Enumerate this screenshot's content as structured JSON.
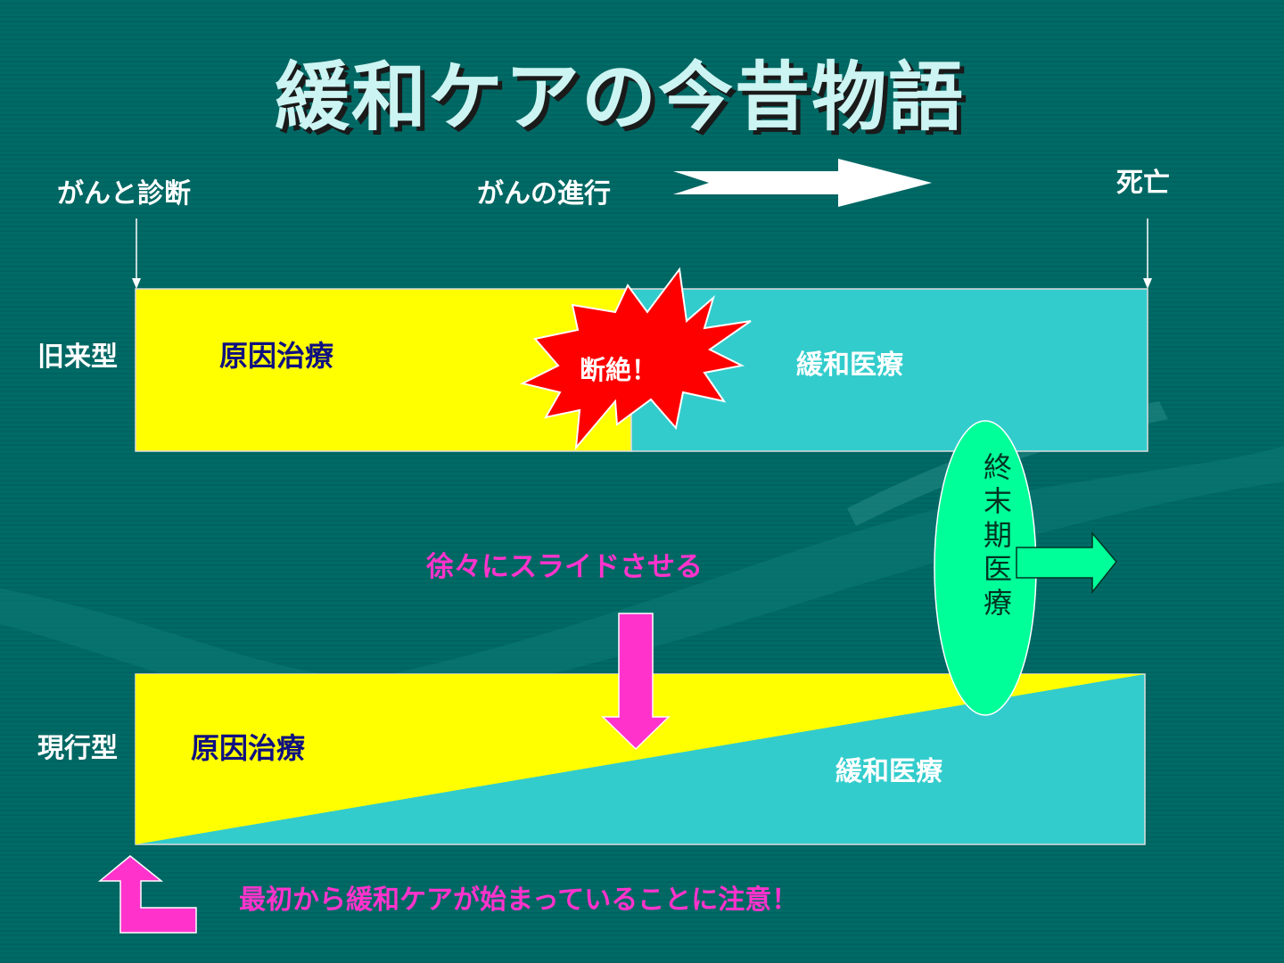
{
  "slide": {
    "title": "緩和ケアの今昔物語",
    "timeline": {
      "start_label": "がんと診断",
      "progress_label": "がんの進行",
      "end_label": "死亡"
    },
    "old_model": {
      "row_label": "旧来型",
      "cause_treatment_label": "原因治療",
      "palliative_label": "緩和医療",
      "break_burst_label": "断絶！"
    },
    "terminal_care": {
      "label": "終末期医療",
      "chars": [
        "終",
        "末",
        "期",
        "医",
        "療"
      ]
    },
    "slide_note": "徐々にスライドさせる",
    "new_model": {
      "row_label": "現行型",
      "cause_treatment_label": "原因治療",
      "palliative_label": "緩和医療"
    },
    "footnote": "最初から緩和ケアが始まっていることに注意！",
    "colors": {
      "background": "#006a66",
      "cause_treatment": "#ffff00",
      "palliative": "#33cccc",
      "burst": "#ff0000",
      "terminal": "#00ff99",
      "accent_pink": "#ff33cc",
      "title": "#ccf4f2"
    }
  }
}
